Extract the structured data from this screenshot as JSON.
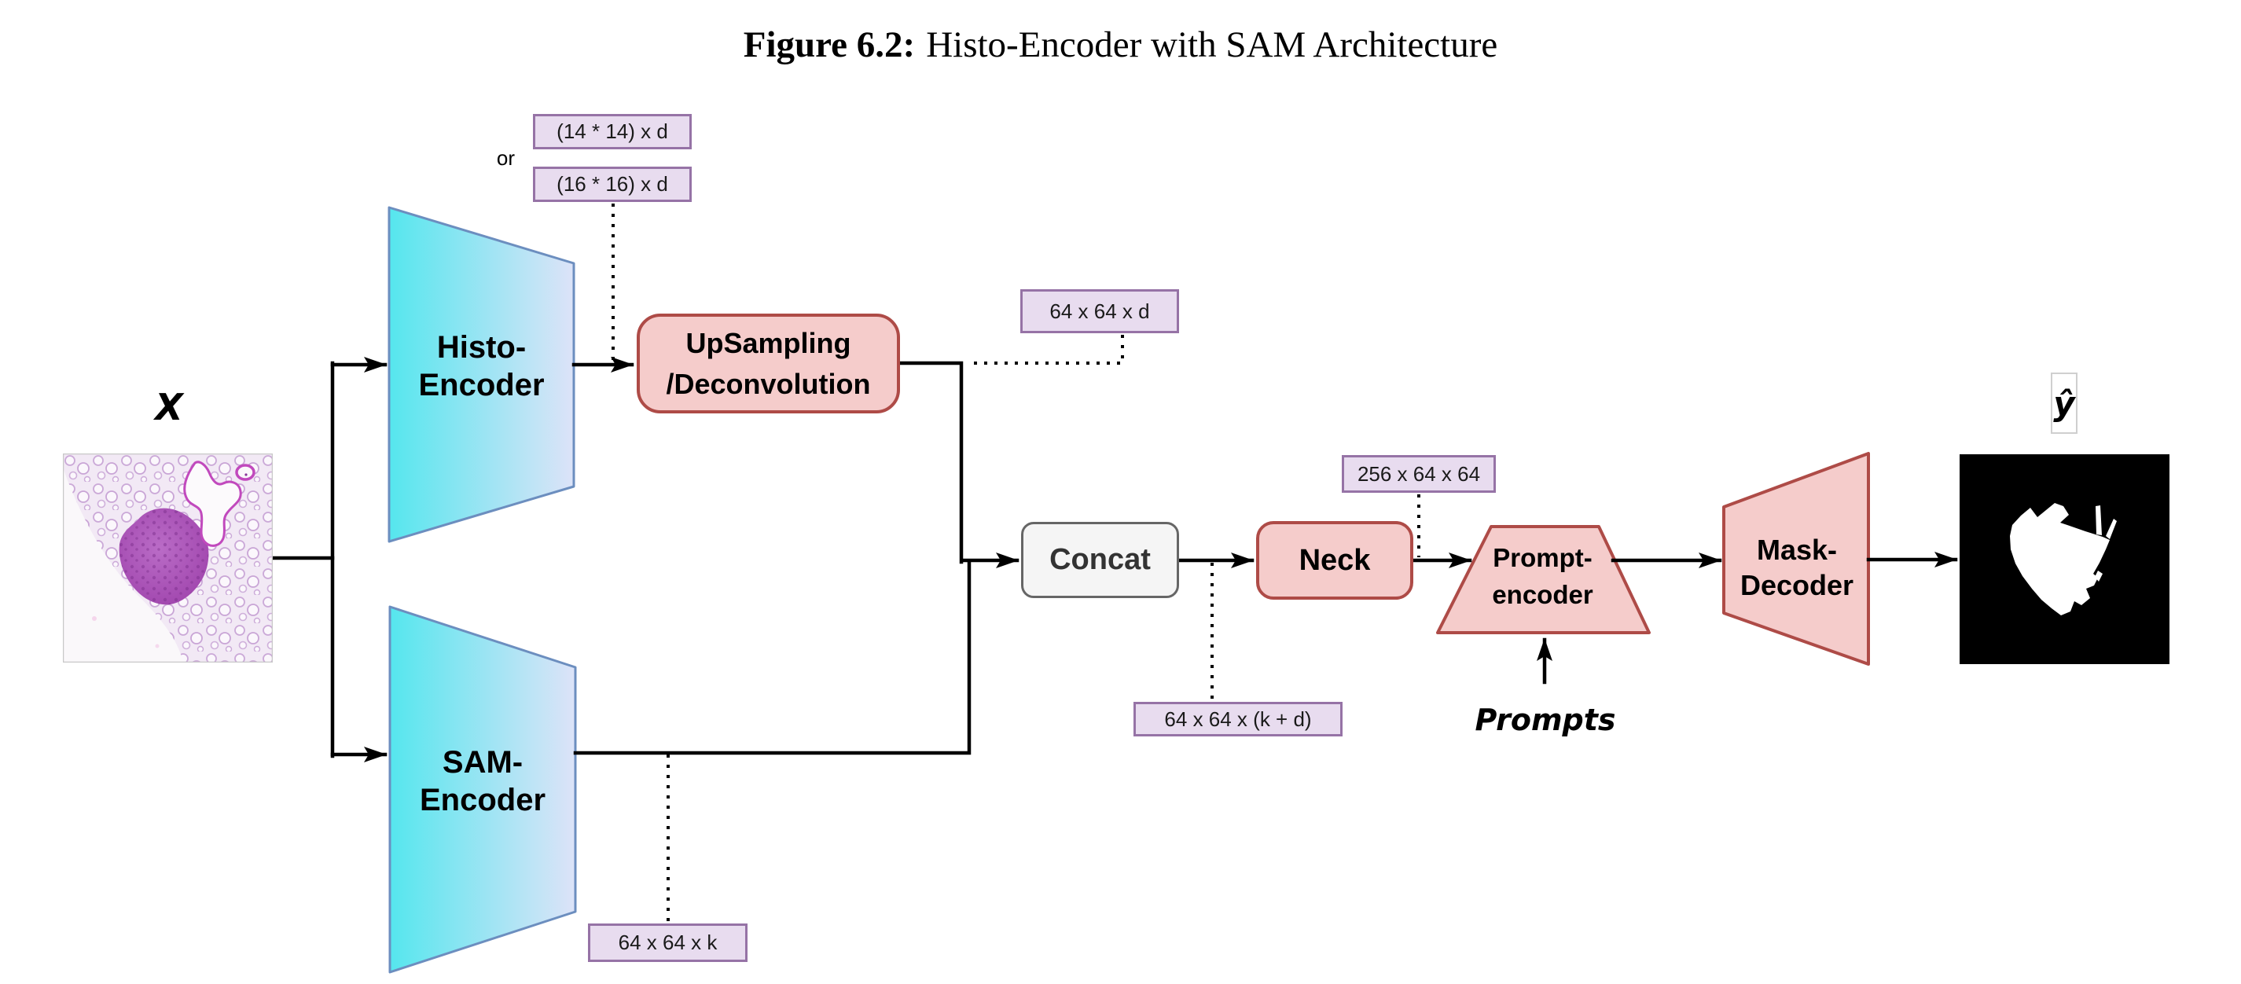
{
  "title": {
    "fig_label": "Figure 6.2:",
    "caption": "Histo-Encoder with SAM Architecture"
  },
  "io": {
    "input_label": "X",
    "output_label": "ŷ",
    "prompts_label": "Prompts"
  },
  "nodes": {
    "histo_encoder": {
      "lines": [
        "Histo-",
        "Encoder"
      ]
    },
    "sam_encoder": {
      "lines": [
        "SAM-",
        "Encoder"
      ]
    },
    "upsampling": {
      "lines": [
        "UpSampling",
        "/Deconvolution"
      ]
    },
    "concat": {
      "label": "Concat"
    },
    "neck": {
      "label": "Neck"
    },
    "prompt_encoder": {
      "lines": [
        "Prompt-",
        "encoder"
      ]
    },
    "mask_decoder": {
      "lines": [
        "Mask-",
        "Decoder"
      ]
    }
  },
  "dim_labels": {
    "or_text": "or",
    "patch14": "(14 * 14) x d",
    "patch16": "(16 * 16) x d",
    "histo_out": "64 x 64 x d",
    "sam_out": "64 x 64 x k",
    "concat_out": "64 x 64 x (k + d)",
    "neck_out": "256 x 64 x 64"
  },
  "colors": {
    "encoder_gradient_start": "#55E6EE",
    "encoder_gradient_end": "#DDE3F8",
    "encoder_border": "#6C8EBF",
    "block_pink_fill": "#F5CCCB",
    "block_pink_border": "#AE4B47",
    "dim_fill": "#E8DCEF",
    "dim_border": "#9673A6",
    "connector": "#000000"
  }
}
